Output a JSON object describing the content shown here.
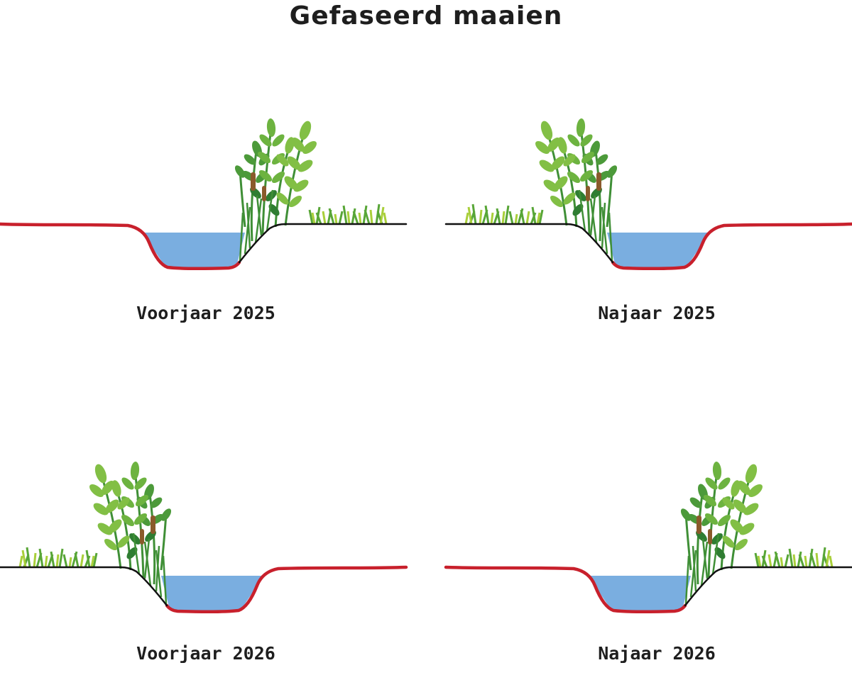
{
  "title": "Gefaseerd maaien",
  "panels": [
    {
      "id": "p1",
      "label": "Voorjaar 2025",
      "mowed_side": "left",
      "vegetation_side": "right"
    },
    {
      "id": "p2",
      "label": "Najaar 2025",
      "mowed_side": "right",
      "vegetation_side": "left"
    },
    {
      "id": "p3",
      "label": "Voorjaar 2026",
      "mowed_side": "right",
      "vegetation_side": "left"
    },
    {
      "id": "p4",
      "label": "Najaar 2026",
      "mowed_side": "left",
      "vegetation_side": "right"
    }
  ],
  "colors": {
    "water": "#7aaee0",
    "mowed_line": "#c8202c",
    "ground_line": "#111111",
    "grass_light": "#a9cf3a",
    "grass_mid": "#58a637",
    "grass_dark": "#2f7d32",
    "cattail": "#8a5a2b"
  }
}
